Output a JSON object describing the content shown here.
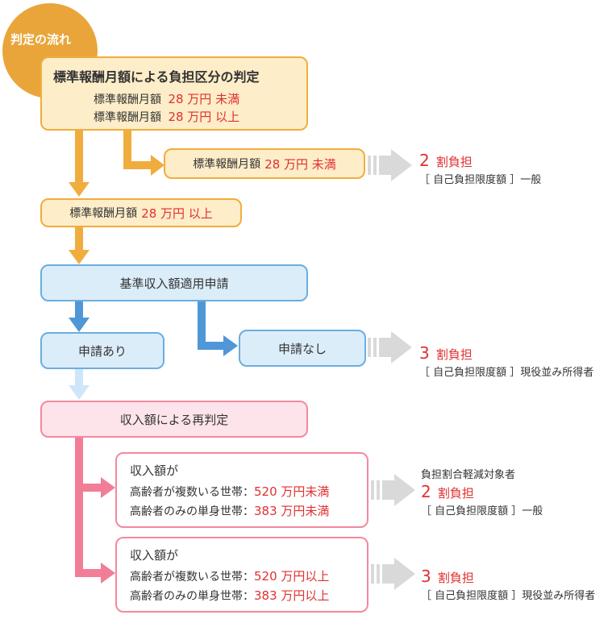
{
  "badge": {
    "label": "判定の流れ"
  },
  "step1": {
    "title": "標準報酬月額による負担区分の判定",
    "line1_prefix": "標準報酬月額",
    "line1_value": "28 万円 未満",
    "line2_prefix": "標準報酬月額",
    "line2_value": "28 万円 以上"
  },
  "branch_under28": {
    "prefix": "標準報酬月額",
    "value": "28 万円 未満"
  },
  "result_under28": {
    "ratio": "2",
    "ratio_suffix": "割負担",
    "limit": "［ 自己負担限度額 ］一般"
  },
  "branch_over28": {
    "prefix": "標準報酬月額",
    "value": "28 万円 以上"
  },
  "application": {
    "title": "基準収入額適用申請"
  },
  "applied": {
    "label": "申請あり"
  },
  "not_applied": {
    "label": "申請なし"
  },
  "result_not_applied": {
    "ratio": "3",
    "ratio_suffix": "割負担",
    "limit": "［ 自己負担限度額 ］現役並み所得者"
  },
  "rejudge": {
    "title": "収入額による再判定"
  },
  "income_low": {
    "heading": "収入額が",
    "line1_label": "高齢者が複数いる世帯：",
    "line1_value": "520 万円未満",
    "line2_label": "高齢者のみの単身世帯：",
    "line2_value": "383 万円未満"
  },
  "result_income_low": {
    "note": "負担割合軽減対象者",
    "ratio": "2",
    "ratio_suffix": "割負担",
    "limit": "［ 自己負担限度額 ］一般"
  },
  "income_high": {
    "heading": "収入額が",
    "line1_label": "高齢者が複数いる世帯：",
    "line1_value": "520 万円以上",
    "line2_label": "高齢者のみの単身世帯：",
    "line2_value": "383 万円以上"
  },
  "result_income_high": {
    "ratio": "3",
    "ratio_suffix": "割負担",
    "limit": "［ 自己負担限度額 ］現役並み所得者"
  },
  "colors": {
    "orange": "#f0ad3e",
    "blue": "#4f97d6",
    "light_blue": "#cfe6fa",
    "pink": "#f27d96",
    "gray_arrow": "#d9d9d9",
    "red": "#e03030"
  }
}
